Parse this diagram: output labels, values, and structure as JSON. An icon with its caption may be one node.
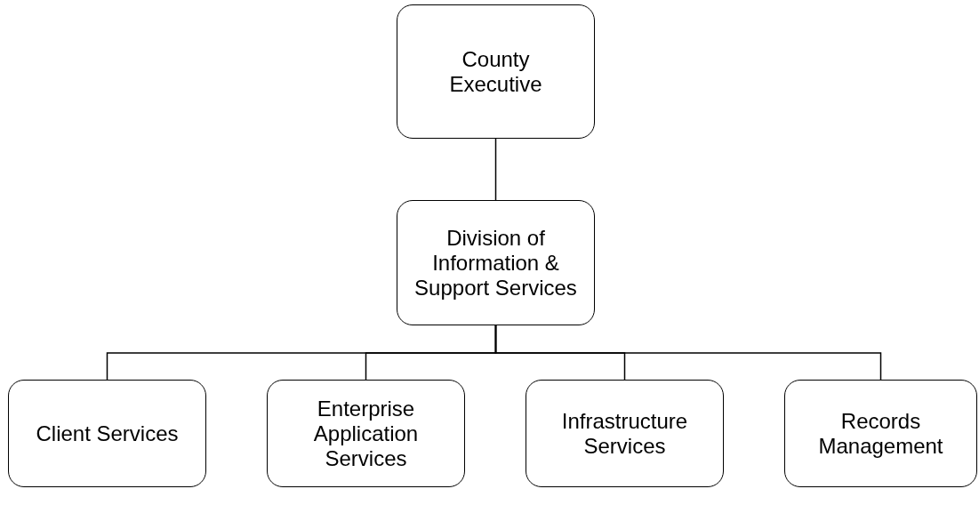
{
  "diagram": {
    "nodes": [
      {
        "text": [
          "County Executive"
        ]
      },
      {
        "text": [
          "Division of Information & Support Services"
        ]
      },
      {
        "text": [
          "Client Services"
        ]
      },
      {
        "text": [
          "Enterprise Application Services"
        ]
      },
      {
        "text": [
          "Infrastructure Services"
        ]
      },
      {
        "text": [
          "Records Management"
        ]
      }
    ],
    "edges": [
      {
        "from": 0,
        "to": 1,
        "arrow": "none"
      },
      {
        "from": 1,
        "to": 2,
        "arrow": "none"
      },
      {
        "from": 1,
        "to": 3,
        "arrow": "none"
      },
      {
        "from": 1,
        "to": 4,
        "arrow": "none"
      },
      {
        "from": 1,
        "to": 5,
        "arrow": "none"
      }
    ]
  }
}
